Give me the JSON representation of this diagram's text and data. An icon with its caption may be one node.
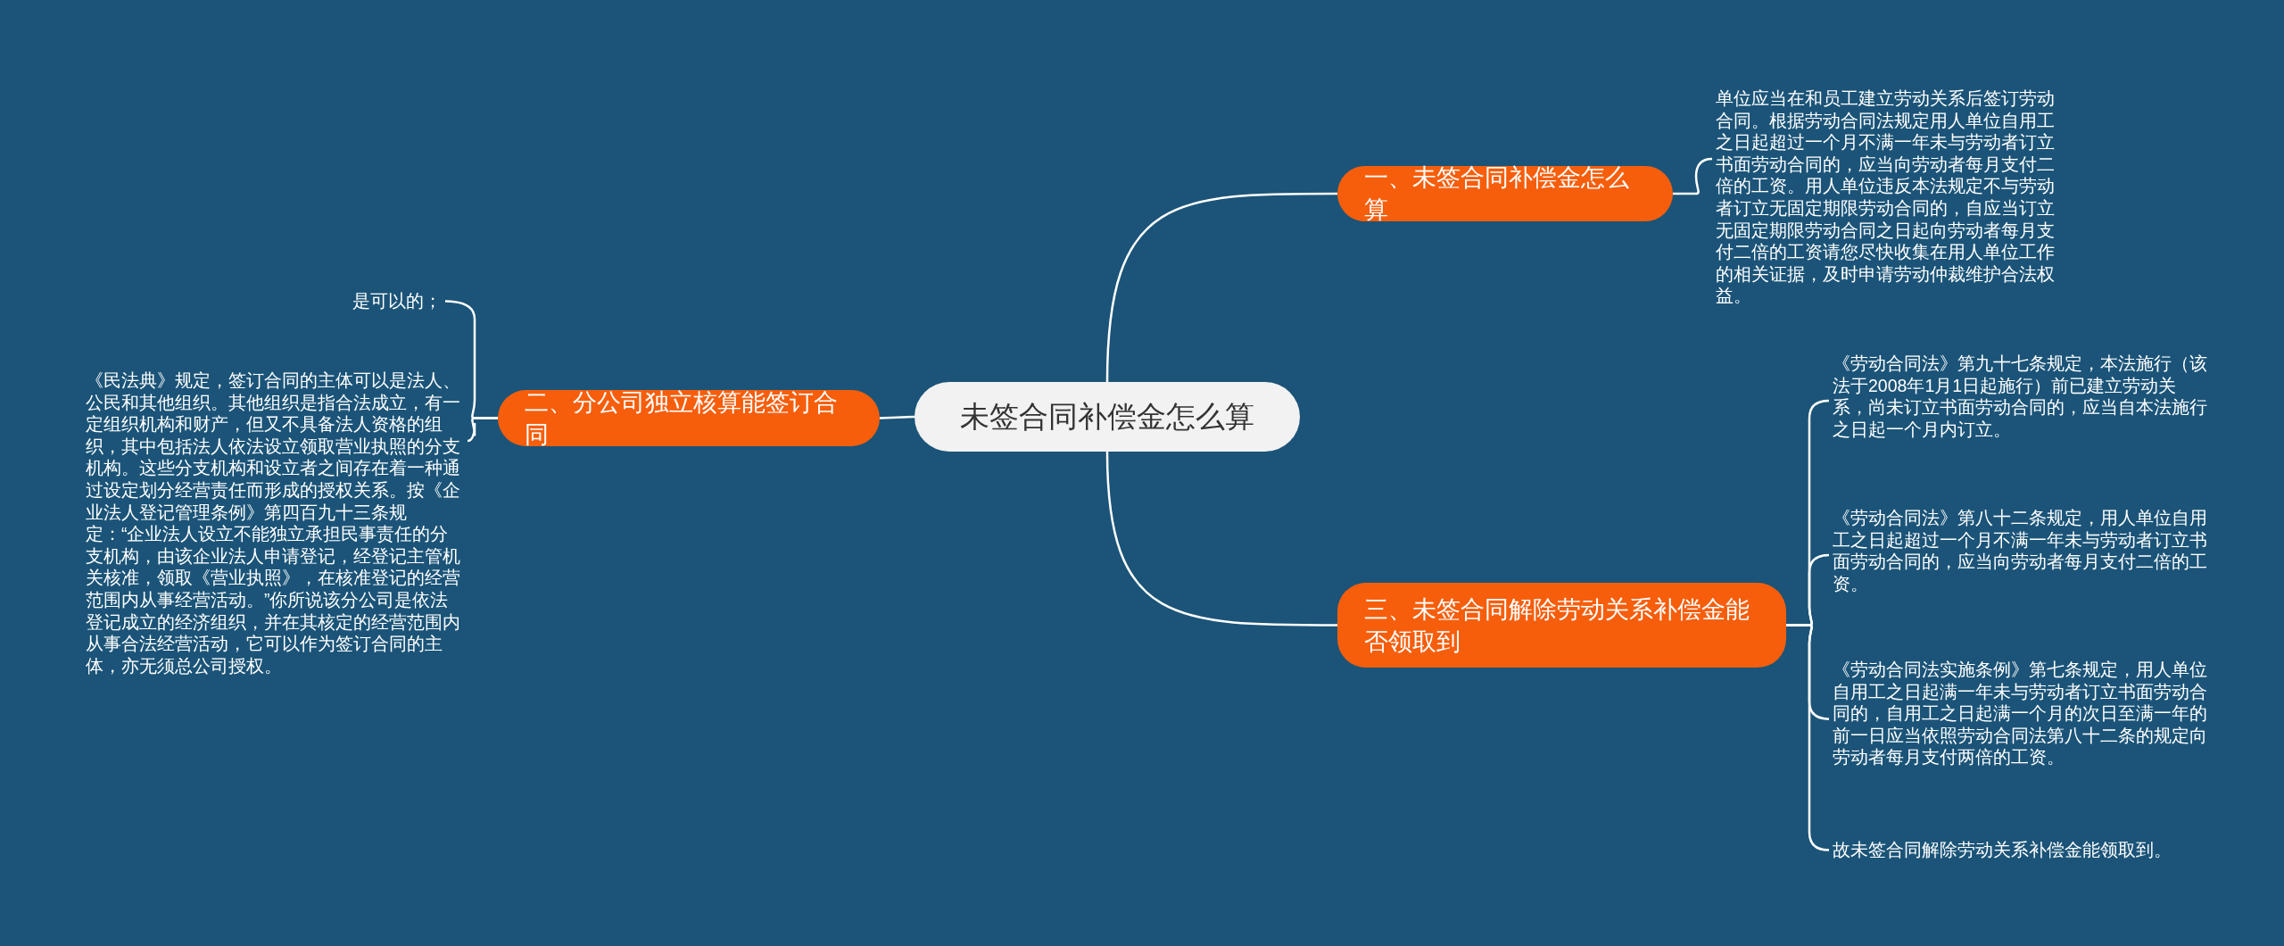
{
  "diagram": {
    "nodes": [
      {
        "text": [
          "未签合同补偿金怎么算"
        ]
      },
      {
        "text": [
          "一、未签合同补偿金怎么算"
        ]
      },
      {
        "text": [
          "单位应当在和员工建立劳动关系后签订劳动合同。根据劳动合同法规定用人单位自用工之日起超过一个月不满一年未与劳动者订立书面劳动合同的，应当向劳动者每月支付二倍的工资。用人单位违反本法规定不与劳动者订立无固定期限劳动合同的，自应当订立无固定期限劳动合同之日起向劳动者每月支付二倍的工资请您尽快收集在用人单位工作的相关证据，及时申请劳动仲裁维护合法权益。"
        ]
      },
      {
        "text": [
          "二、分公司独立核算能签订合同"
        ]
      },
      {
        "text": [
          "是可以的；"
        ]
      },
      {
        "text": [
          "《民法典》规定，签订合同的主体可以是法人、公民和其他组织。其他组织是指合法成立，有一定组织机构和财产，但又不具备法人资格的组织，其中包括法人依法设立领取营业执照的分支机构。这些分支机构和设立者之间存在着一种通过设定划分经营责任而形成的授权关系。按《企业法人登记管理条例》第四百九十三条规定：“企业法人设立不能独立承担民事责任的分支机构，由该企业法人申请登记，经登记主管机关核准，领取《营业执照》，在核准登记的经营范围内从事经营活动。”你所说该分公司是依法登记成立的经济组织，并在其核定的经营范围内从事合法经营活动，它可以作为签订合同的主体，亦无须总公司授权。"
        ]
      },
      {
        "text": [
          "三、未签合同解除劳动关系补偿金能否领取到"
        ]
      },
      {
        "text": [
          "《劳动合同法》第九十七条规定，本法施行（该法于2008年1月1日起施行）前已建立劳动关系，尚未订立书面劳动合同的，应当自本法施行之日起一个月内订立。"
        ]
      },
      {
        "text": [
          "《劳动合同法》第八十二条规定，用人单位自用工之日起超过一个月不满一年未与劳动者订立书面劳动合同的，应当向劳动者每月支付二倍的工资。"
        ]
      },
      {
        "text": [
          "《劳动合同法实施条例》第七条规定，用人单位自用工之日起满一年未与劳动者订立书面劳动合同的，自用工之日起满一个月的次日至满一年的前一日应当依照劳动合同法第八十二条的规定向劳动者每月支付两倍的工资。"
        ]
      },
      {
        "text": [
          "故未签合同解除劳动关系补偿金能领取到。"
        ]
      }
    ],
    "edges": [
      {
        "from": 0,
        "to": 1,
        "arrow": "none"
      },
      {
        "from": 1,
        "to": 2,
        "arrow": "none"
      },
      {
        "from": 0,
        "to": 3,
        "arrow": "none"
      },
      {
        "from": 3,
        "to": 4,
        "arrow": "none"
      },
      {
        "from": 3,
        "to": 5,
        "arrow": "none"
      },
      {
        "from": 0,
        "to": 6,
        "arrow": "none"
      },
      {
        "from": 6,
        "to": 7,
        "arrow": "none"
      },
      {
        "from": 6,
        "to": 8,
        "arrow": "none"
      },
      {
        "from": 6,
        "to": 9,
        "arrow": "none"
      },
      {
        "from": 6,
        "to": 10,
        "arrow": "none"
      }
    ]
  }
}
